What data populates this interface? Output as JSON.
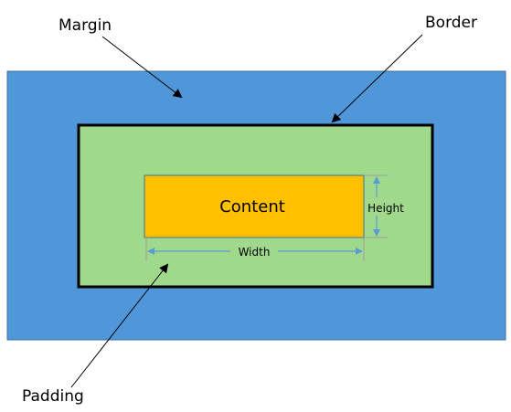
{
  "labels": {
    "margin": "Margin",
    "border": "Border",
    "padding": "Padding",
    "content": "Content",
    "width": "Width",
    "height": "Height"
  },
  "colors": {
    "margin": "#4f97d8",
    "padding": "#a0d88c",
    "content": "#ffc000",
    "border": "#000000",
    "dimension": "#5b9bd5",
    "outline": "#41719c"
  }
}
